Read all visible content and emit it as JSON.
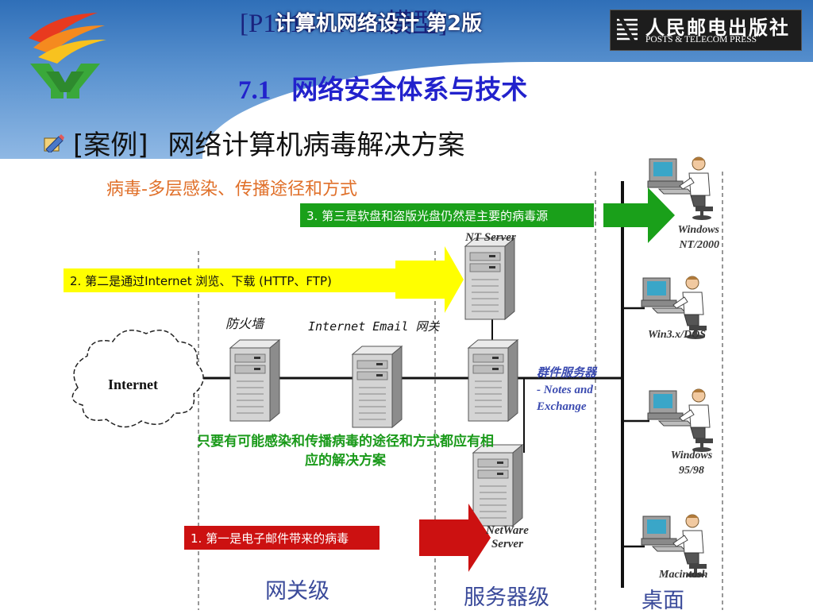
{
  "header": {
    "book_title_behind": "[P1816 LATE模型]",
    "book_title_front": "计算机网络设计 第2版",
    "publisher_cn": "人民邮电出版社",
    "publisher_en": "POSTS & TELECOM PRESS"
  },
  "section": {
    "number": "7.1",
    "title": "网络安全体系与技术"
  },
  "case": {
    "prefix": "[案例]",
    "title": "网络计算机病毒解决方案"
  },
  "diagram": {
    "subtitle": "病毒-多层感染、传播途径和方式",
    "arrow3": "3. 第三是软盘和盗版光盘仍然是主要的病毒源",
    "arrow2": "2.  第二是通过Internet 浏览、下载 (HTTP、FTP)",
    "arrow1": "1. 第一是电子邮件带来的病毒",
    "firewall": "防火墙",
    "email_gateway": "Internet Email 网关",
    "nt_server": "NT Server",
    "groupware_line1": "群件服务器",
    "groupware_line2": "- Notes and",
    "groupware_line3": "Exchange",
    "internet": "Internet",
    "note_line1": "只要有可能感染和传播病毒的途径和方式都应有相",
    "note_line2": "应的解决方案",
    "netware_line1": "NetWare",
    "netware_line2": "Server",
    "desktop1_line1": "Windows",
    "desktop1_line2": "NT/2000",
    "desktop2": "Win3.x/DOS",
    "desktop3_line1": "Windows",
    "desktop3_line2": "95/98",
    "desktop4": "Macintosh",
    "zone_gateway": "网关级",
    "zone_server": "服务器级",
    "zone_desktop": "桌面"
  },
  "colors": {
    "arrow_green": "#1aa01a",
    "arrow_yellow": "#ffff00",
    "arrow_red": "#cc1111",
    "subtitle_orange": "#e0702a",
    "note_green": "#1a9a1a",
    "title_blue": "#2222cc"
  }
}
